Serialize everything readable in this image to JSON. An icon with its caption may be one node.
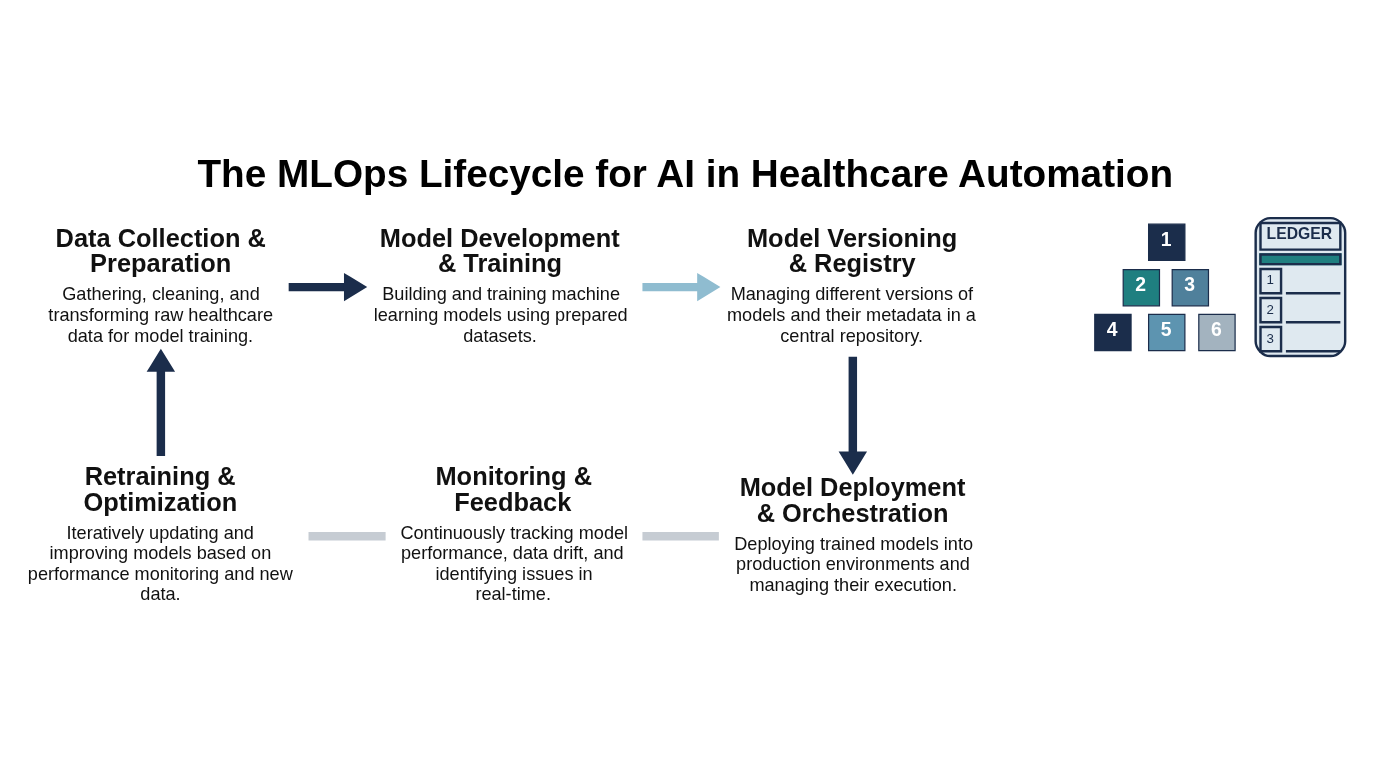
{
  "diagram": {
    "title": "The MLOps Lifecycle for AI in Healthcare Automation",
    "nodes": [
      {
        "text": [
          "Data Collection & Preparation",
          "Gathering, cleaning, and transforming raw healthcare data for model training."
        ]
      },
      {
        "text": [
          "Model Development & Training",
          "Building and training machine learning models using prepared datasets."
        ]
      },
      {
        "text": [
          "Model Versioning & Registry",
          "Managing different versions of models and their metadata in a central repository."
        ]
      },
      {
        "text": [
          "Model Deployment & Orchestration",
          "Deploying trained models into production environments and managing their execution."
        ]
      },
      {
        "text": [
          "Monitoring & Feedback",
          "Continuously tracking model performance, data drift, and identifying issues in real-time."
        ]
      },
      {
        "text": [
          "Retraining & Optimization",
          "Iteratively updating and improving models based on performance monitoring and new data."
        ]
      }
    ],
    "edges": [
      {
        "from": 0,
        "to": 1,
        "arrow": "to"
      },
      {
        "from": 1,
        "to": 2,
        "arrow": "to",
        "color": "#8fbcd0"
      },
      {
        "from": 2,
        "to": 3,
        "arrow": "to"
      },
      {
        "from": 3,
        "to": 4,
        "arrow": "none",
        "color": "#c6ccd3"
      },
      {
        "from": 4,
        "to": 5,
        "arrow": "none",
        "color": "#c6ccd3"
      },
      {
        "from": 5,
        "to": 0,
        "arrow": "to"
      }
    ],
    "labels": [
      "1",
      "2",
      "3",
      "4",
      "5",
      "6",
      "LEDGER",
      "1",
      "2",
      "3"
    ]
  }
}
